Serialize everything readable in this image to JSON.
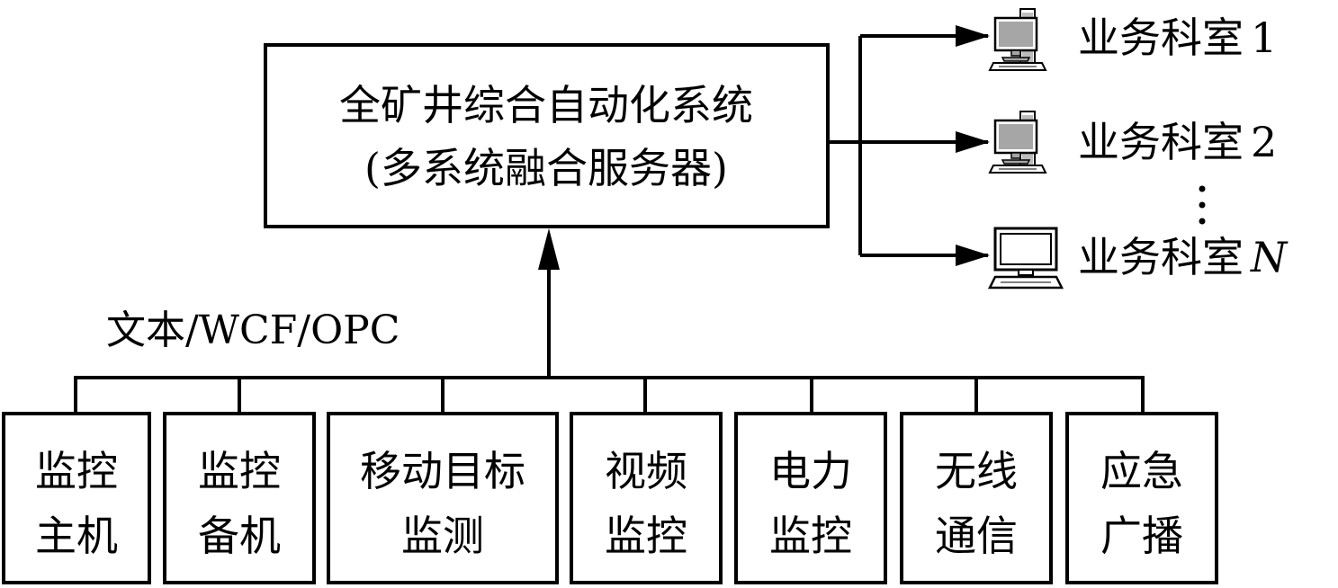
{
  "server": {
    "line1": "全矿井综合自动化系统",
    "line2": "(多系统融合服务器)"
  },
  "protocol_label": "文本/WCF/OPC",
  "departments": [
    {
      "label": "业务科室",
      "suffix": "1",
      "italic": false,
      "icon": "computer-icon-gray"
    },
    {
      "label": "业务科室",
      "suffix": "2",
      "italic": false,
      "icon": "computer-icon-gray"
    },
    {
      "label": "业务科室",
      "suffix": "N",
      "italic": true,
      "icon": "computer-icon-outline"
    }
  ],
  "ellipsis": "⋮",
  "subsystems": [
    {
      "line1": "监控",
      "line2": "主机"
    },
    {
      "line1": "监控",
      "line2": "备机"
    },
    {
      "line1": "移动目标",
      "line2": "监测"
    },
    {
      "line1": "视频",
      "line2": "监控"
    },
    {
      "line1": "电力",
      "line2": "监控"
    },
    {
      "line1": "无线",
      "line2": "通信"
    },
    {
      "line1": "应急",
      "line2": "广播"
    }
  ],
  "colors": {
    "stroke": "#000000",
    "monitor_fill": "#a6a6a6",
    "background": "#ffffff"
  }
}
